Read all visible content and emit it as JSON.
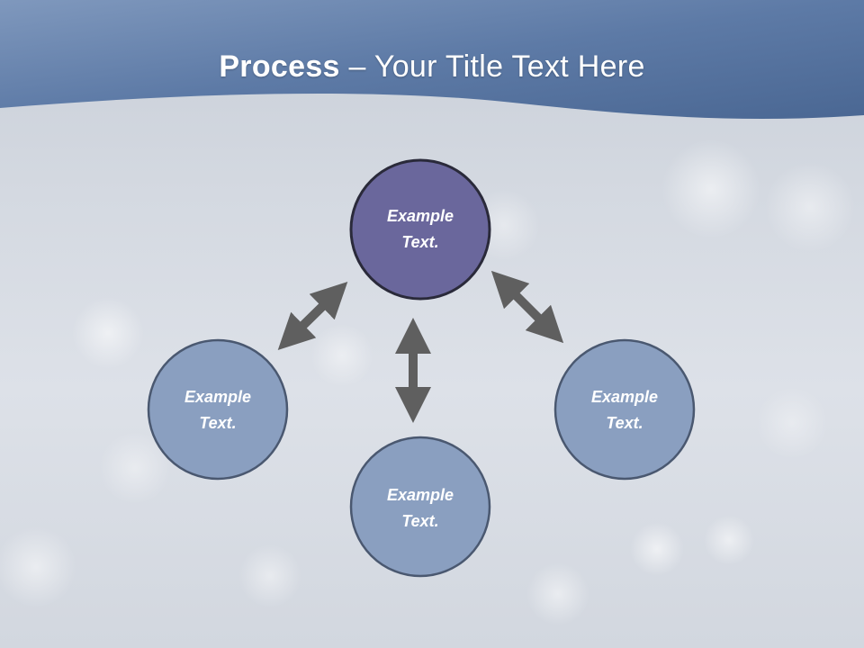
{
  "slide": {
    "title_bold": "Process",
    "title_rest": " – Your Title Text Here"
  },
  "nodes": [
    {
      "id": "top",
      "line1": "Example",
      "line2": "Text.",
      "fill": "#6a679c",
      "stroke": "#2a2a3a"
    },
    {
      "id": "left",
      "line1": "Example",
      "line2": "Text.",
      "fill": "#8a9fc0",
      "stroke": "#4a5870"
    },
    {
      "id": "bottom",
      "line1": "Example",
      "line2": "Text.",
      "fill": "#8a9fc0",
      "stroke": "#4a5870"
    },
    {
      "id": "right",
      "line1": "Example",
      "line2": "Text.",
      "fill": "#8a9fc0",
      "stroke": "#4a5870"
    }
  ],
  "colors": {
    "header": "#5b7aa7",
    "arrow": "#5f5f5f"
  }
}
